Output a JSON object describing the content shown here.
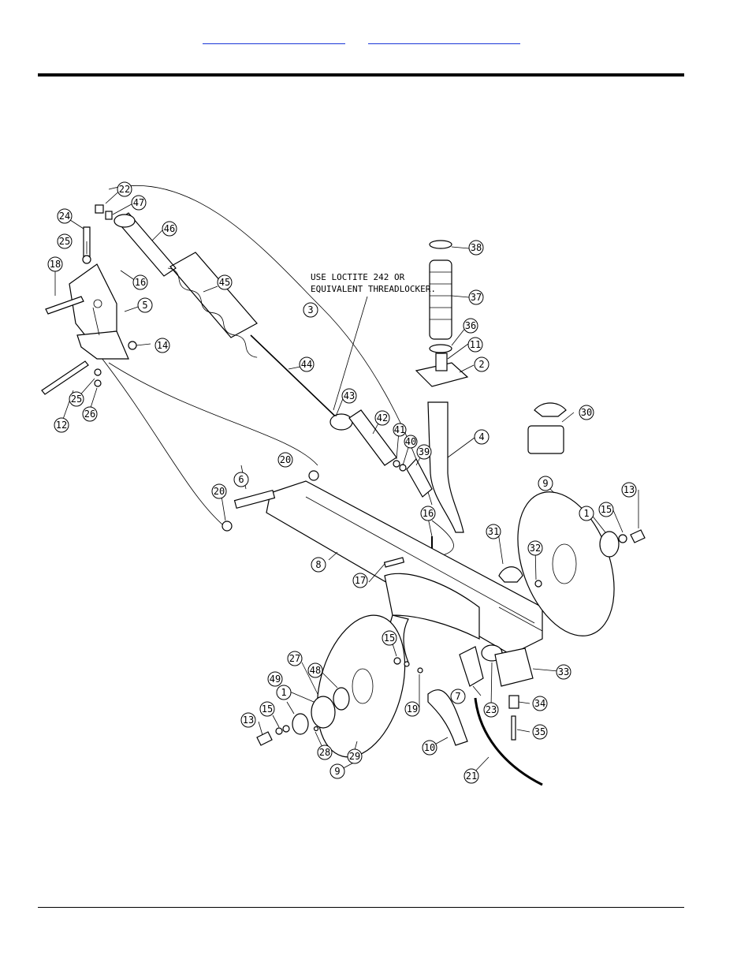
{
  "header": {
    "links": [
      {
        "label": ""
      },
      {
        "label": ""
      }
    ]
  },
  "diagram": {
    "note_lines": [
      "USE LOCTITE 242 OR",
      "EQUIVALENT THREADLOCKER."
    ],
    "callouts": [
      {
        "id": "c22",
        "n": "22"
      },
      {
        "id": "c47",
        "n": "47"
      },
      {
        "id": "c24",
        "n": "24"
      },
      {
        "id": "c46",
        "n": "46"
      },
      {
        "id": "c25a",
        "n": "25"
      },
      {
        "id": "c18",
        "n": "18"
      },
      {
        "id": "c16a",
        "n": "16"
      },
      {
        "id": "c45",
        "n": "45"
      },
      {
        "id": "c5",
        "n": "5"
      },
      {
        "id": "c3",
        "n": "3"
      },
      {
        "id": "c14",
        "n": "14"
      },
      {
        "id": "c44",
        "n": "44"
      },
      {
        "id": "c25b",
        "n": "25"
      },
      {
        "id": "c12",
        "n": "12"
      },
      {
        "id": "c26",
        "n": "26"
      },
      {
        "id": "c43",
        "n": "43"
      },
      {
        "id": "c42",
        "n": "42"
      },
      {
        "id": "c41",
        "n": "41"
      },
      {
        "id": "c40",
        "n": "40"
      },
      {
        "id": "c39",
        "n": "39"
      },
      {
        "id": "c20a",
        "n": "20"
      },
      {
        "id": "c6",
        "n": "6"
      },
      {
        "id": "c20b",
        "n": "20"
      },
      {
        "id": "c16b",
        "n": "16"
      },
      {
        "id": "c8",
        "n": "8"
      },
      {
        "id": "c17",
        "n": "17"
      },
      {
        "id": "c38",
        "n": "38"
      },
      {
        "id": "c37",
        "n": "37"
      },
      {
        "id": "c36",
        "n": "36"
      },
      {
        "id": "c11",
        "n": "11"
      },
      {
        "id": "c2",
        "n": "2"
      },
      {
        "id": "c4",
        "n": "4"
      },
      {
        "id": "c30",
        "n": "30"
      },
      {
        "id": "c9a",
        "n": "9"
      },
      {
        "id": "c13a",
        "n": "13"
      },
      {
        "id": "c15a",
        "n": "15"
      },
      {
        "id": "c1a",
        "n": "1"
      },
      {
        "id": "c31",
        "n": "31"
      },
      {
        "id": "c32",
        "n": "32"
      },
      {
        "id": "c15b",
        "n": "15"
      },
      {
        "id": "c27",
        "n": "27"
      },
      {
        "id": "c48",
        "n": "48"
      },
      {
        "id": "c49",
        "n": "49"
      },
      {
        "id": "c1b",
        "n": "1"
      },
      {
        "id": "c19",
        "n": "19"
      },
      {
        "id": "c23",
        "n": "23"
      },
      {
        "id": "c7",
        "n": "7"
      },
      {
        "id": "c33",
        "n": "33"
      },
      {
        "id": "c15c",
        "n": "15"
      },
      {
        "id": "c13b",
        "n": "13"
      },
      {
        "id": "c28",
        "n": "28"
      },
      {
        "id": "c29",
        "n": "29"
      },
      {
        "id": "c10",
        "n": "10"
      },
      {
        "id": "c34",
        "n": "34"
      },
      {
        "id": "c35",
        "n": "35"
      },
      {
        "id": "c9b",
        "n": "9"
      },
      {
        "id": "c21",
        "n": "21"
      }
    ]
  }
}
